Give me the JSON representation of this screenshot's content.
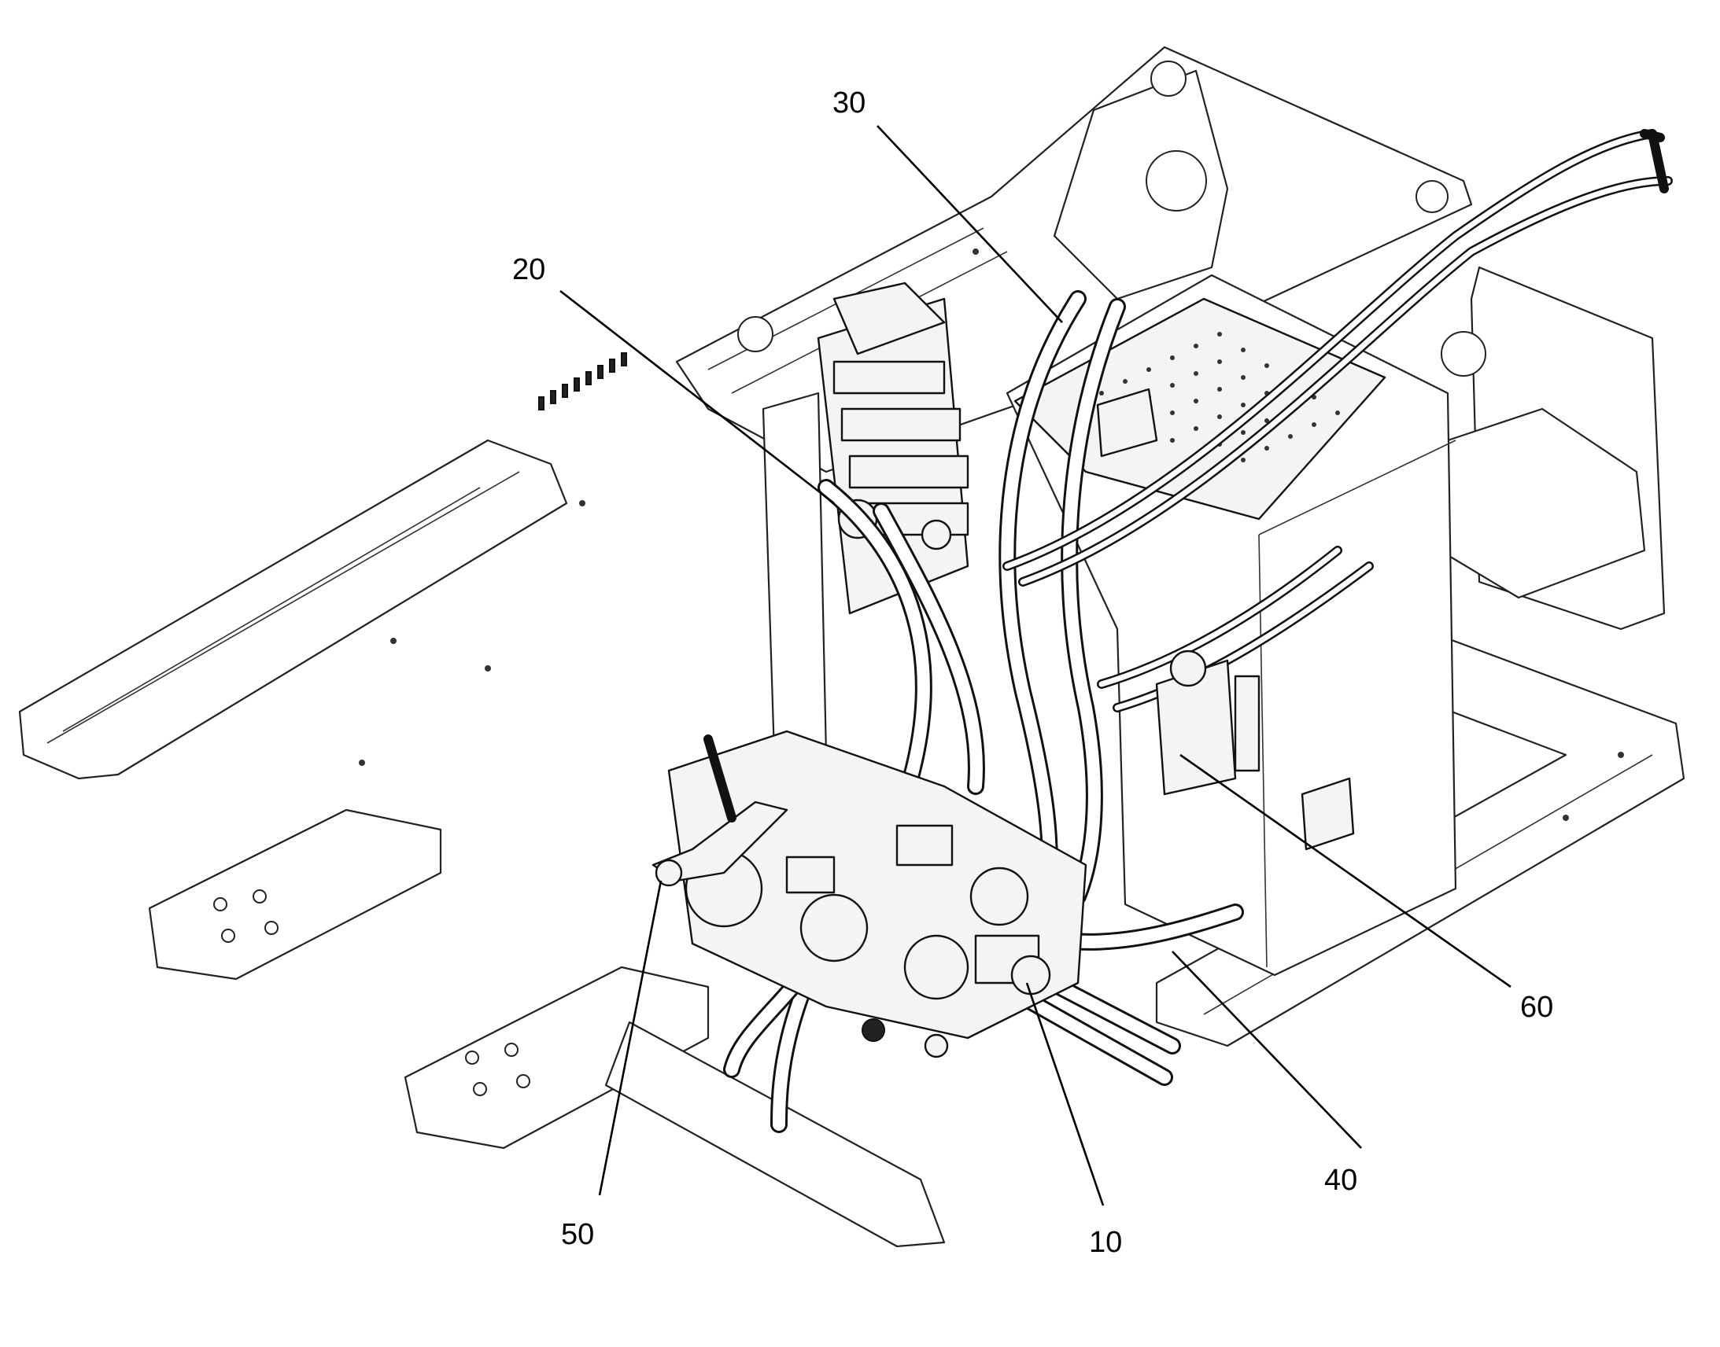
{
  "callouts": [
    {
      "id": "10",
      "label": "10"
    },
    {
      "id": "20",
      "label": "20"
    },
    {
      "id": "30",
      "label": "30"
    },
    {
      "id": "40",
      "label": "40"
    },
    {
      "id": "50",
      "label": "50"
    },
    {
      "id": "60",
      "label": "60"
    }
  ]
}
